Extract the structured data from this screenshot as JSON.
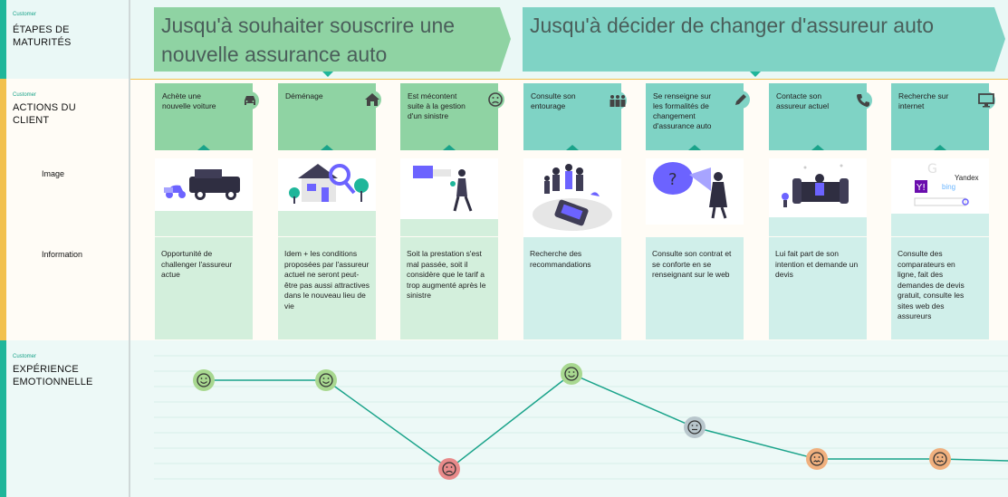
{
  "rows": {
    "stages": {
      "tag": "Customer",
      "title": "ÉTAPES DE MATURITÉS"
    },
    "actions": {
      "tag": "Customer",
      "title": "ACTIONS DU CLIENT",
      "image_label": "Image",
      "info_label": "Information"
    },
    "emotion": {
      "tag": "Customer",
      "title": "EXPÉRIENCE EMOTIONNELLE"
    }
  },
  "stages": [
    {
      "text": "Jusqu'à souhaiter souscrire une nouvelle assurance auto",
      "color": "#8fd3a3"
    },
    {
      "text": "Jusqu'à décider de changer d'assureur auto",
      "color": "#7fd3c5"
    }
  ],
  "actions": [
    {
      "title": "Achète une nouvelle voiture",
      "icon": "car-icon",
      "info": "Opportunité de challenger l'assureur actue",
      "mood": "happy"
    },
    {
      "title": "Déménage",
      "icon": "home-icon",
      "info": "Idem + les conditions proposées par l'assureur actuel ne seront peut-être pas aussi attractives dans le nouveau lieu de vie",
      "mood": "happy"
    },
    {
      "title": "Est mécontent suite à la gestion d'un sinistre",
      "icon": "sad-face-icon",
      "info": "Soit la prestation s'est mal passée, soit il considère que le tarif a trop augmenté après le sinistre",
      "mood": "sad"
    },
    {
      "title": "Consulte son entourage",
      "icon": "people-icon",
      "info": "Recherche des recommandations",
      "mood": "happy"
    },
    {
      "title": "Se renseigne sur les formalités de changement d'assurance auto",
      "icon": "pencil-icon",
      "info": "Consulte son contrat et se conforte en se renseignant sur le web",
      "mood": "neutral"
    },
    {
      "title": "Contacte son assureur actuel",
      "icon": "phone-icon",
      "info": "Lui fait part de son intention et demande un devis",
      "mood": "annoyed"
    },
    {
      "title": "Recherche sur internet",
      "icon": "monitor-icon",
      "info": "Consulte des comparateurs en ligne, fait des demandes de devis gratuit, consulte les sites web des assureurs",
      "mood": "annoyed"
    }
  ],
  "search_logos": [
    "Yandex",
    "bing"
  ],
  "colors": {
    "green": "#8fd3a3",
    "teal": "#7fd3c5",
    "happy": "#a8d890",
    "sad": "#e88a8a",
    "neutral": "#b8c6cc",
    "annoyed": "#f0b07e"
  }
}
